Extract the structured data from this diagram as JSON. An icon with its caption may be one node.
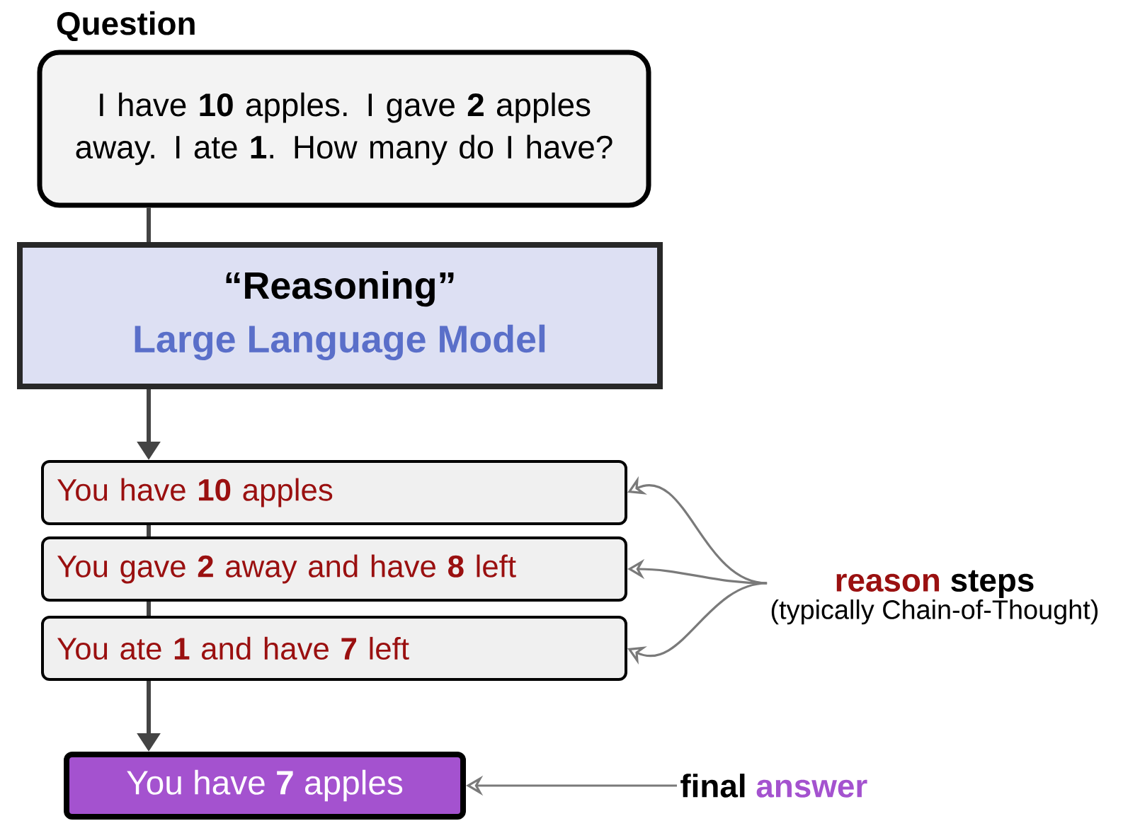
{
  "diagram": {
    "nodes": [
      {
        "text": [
          "Question",
          "I have **10** apples. I gave **2** apples away. I ate **1**. How many do I have?"
        ]
      },
      {
        "text": [
          "“Reasoning”",
          "Large Language Model"
        ]
      },
      {
        "text": [
          "You have **10** apples"
        ]
      },
      {
        "text": [
          "You gave **2** away and have **8** left"
        ]
      },
      {
        "text": [
          "You ate **1** and have **7** left"
        ]
      },
      {
        "text": [
          "You have **7** apples"
        ]
      },
      {
        "text": [
          "reason",
          "steps",
          "(typically Chain-of-Thought)"
        ]
      },
      {
        "text": [
          "final",
          "answer"
        ]
      }
    ],
    "edges": [
      {
        "from": 0,
        "to": 1,
        "arrow": "none"
      },
      {
        "from": 1,
        "to": 2,
        "arrow": "to"
      },
      {
        "from": 2,
        "to": 3,
        "arrow": "none"
      },
      {
        "from": 3,
        "to": 4,
        "arrow": "none"
      },
      {
        "from": 4,
        "to": 5,
        "arrow": "to"
      },
      {
        "from": 6,
        "to": 2,
        "arrow": "to",
        "color": "#7a7a7a"
      },
      {
        "from": 6,
        "to": 3,
        "arrow": "to",
        "color": "#7a7a7a"
      },
      {
        "from": 6,
        "to": 4,
        "arrow": "to",
        "color": "#7a7a7a"
      },
      {
        "from": 7,
        "to": 5,
        "arrow": "to",
        "color": "#7a7a7a"
      }
    ]
  }
}
